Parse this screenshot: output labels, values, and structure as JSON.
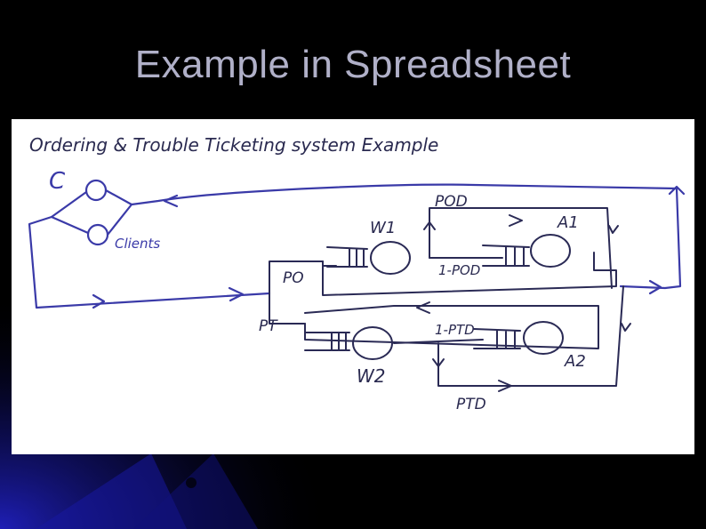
{
  "slide": {
    "title": "Example in Spreadsheet",
    "background_color": "#000000",
    "accent_color": "#1a1aa0"
  },
  "diagram": {
    "heading": "Ordering & Trouble Ticketing system Example",
    "clients_label": "Clients",
    "client_marker": "C",
    "labels": {
      "p_od": "POD",
      "w1": "W1",
      "a1": "A1",
      "one_minus_pod": "1-POD",
      "p_o": "PO",
      "p_t": "PT",
      "one_minus_ptd": "1-PTD",
      "w2": "W2",
      "a2": "A2",
      "p_td": "PTD"
    }
  }
}
